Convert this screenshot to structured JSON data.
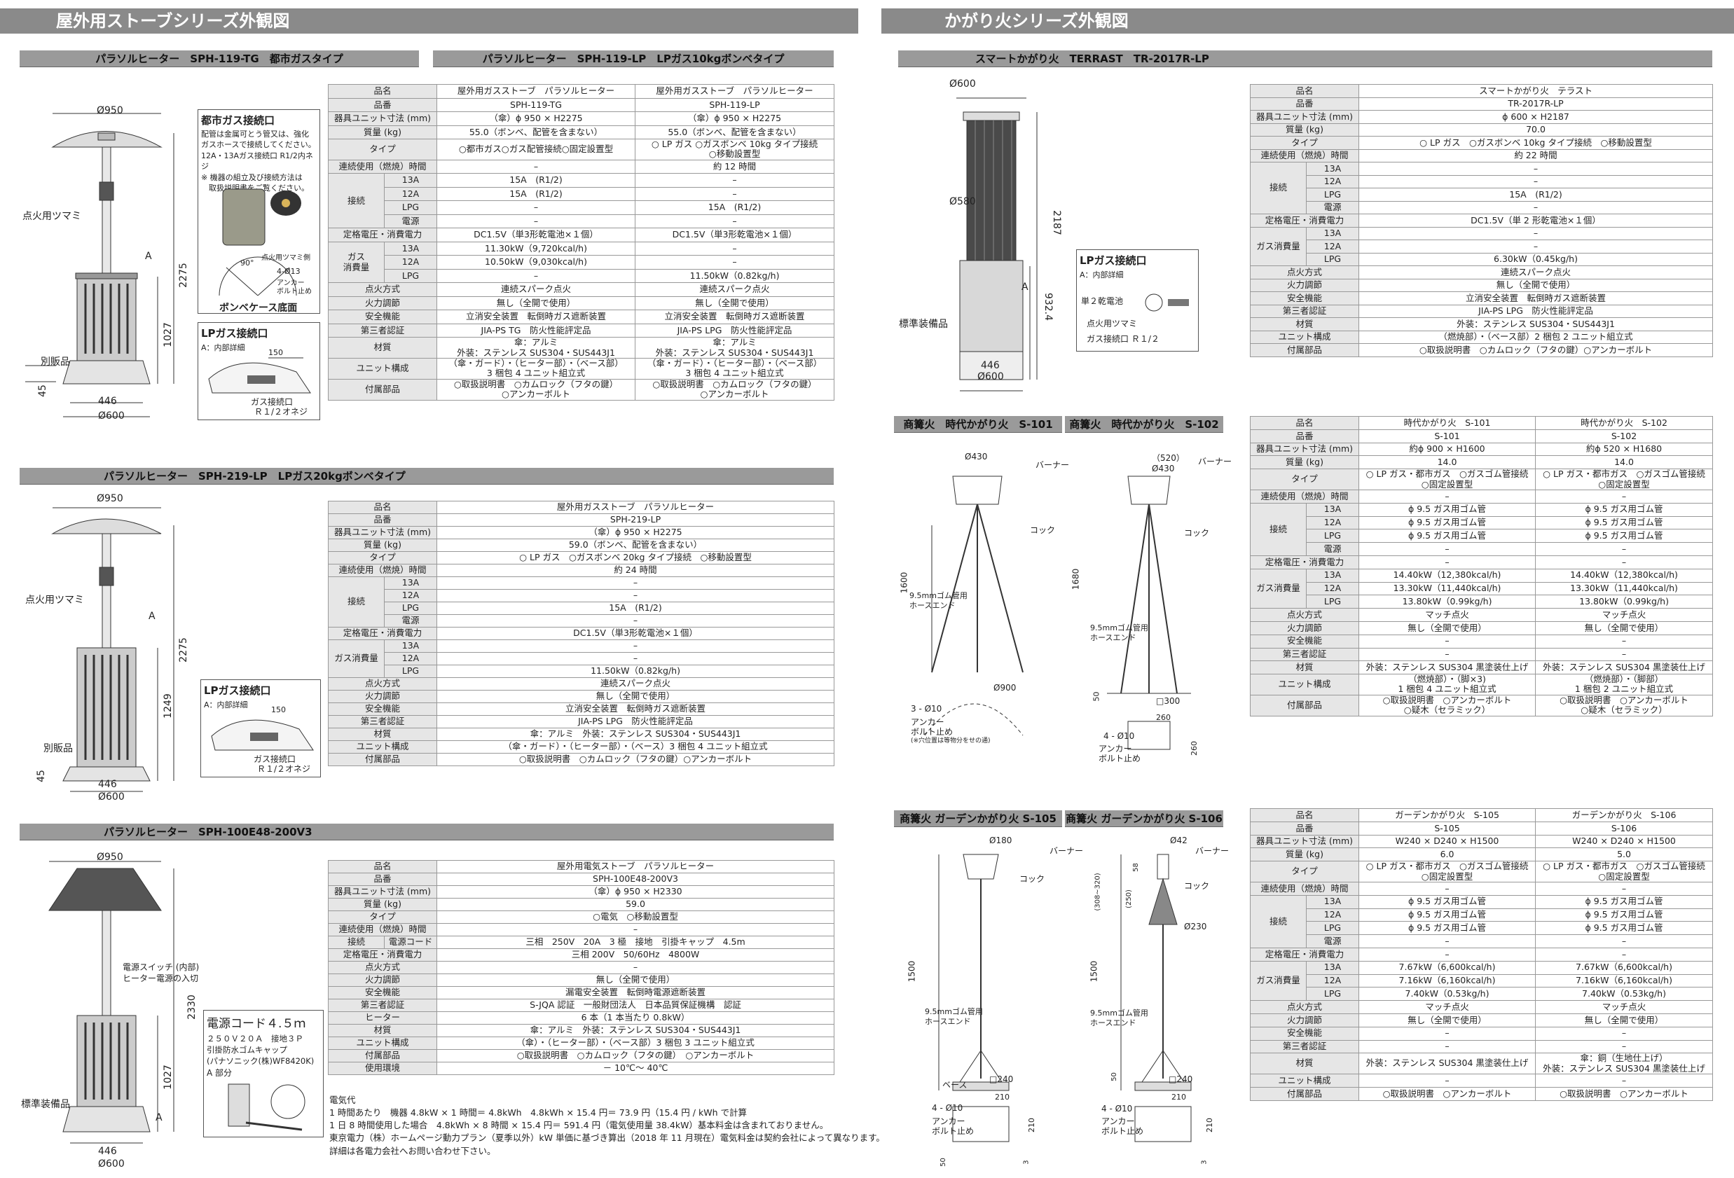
{
  "left_header": "屋外用ストーブシリーズ外観図",
  "right_header": "かがり火シリーズ外観図",
  "p1": {
    "title1": "パラソルヒーター　SPH-119-TG　都市ガスタイプ",
    "title2": "パラソルヒーター　SPH-119-LP　LPガス10kgボンベタイプ",
    "dims": {
      "d950": "Ø950",
      "h2275": "2275",
      "h1027": "1027",
      "h45": "45",
      "w446": "446",
      "d600": "Ø600",
      "a": "A"
    },
    "labels": {
      "knob": "点火用ツマミ",
      "sold": "別販品"
    },
    "gasbox": {
      "title": "都市ガス接続口",
      "text": [
        "配管は金属可とう管又は、強化",
        "ガスホースで接続してください。",
        "12A・13Aガス接続口 R1/2内ネジ",
        "※ 機器の組立及び接続方法は",
        "　取扱説明書をご覧ください。"
      ],
      "tsumami": "点火用ツマミ側",
      "d90": "90°",
      "d413": "4-Ø13",
      "anchor": "アンカー",
      "anchor2": "ボルト止め",
      "base": "ボンベケース底面"
    },
    "lpbox": {
      "title": "LPガス接続口",
      "a": "A：内部詳細",
      "d150": "150",
      "gas": "ガス接続口",
      "thread": "Ｒ１/２オネジ"
    }
  },
  "t1": {
    "rows": [
      [
        "品名",
        "屋外用ガスストーブ　パラソルヒーター",
        "屋外用ガスストーブ　パラソルヒーター"
      ],
      [
        "品番",
        "SPH-119-TG",
        "SPH-119-LP"
      ],
      [
        "器具ユニット寸法 (mm)",
        "（傘）ϕ 950 × H2275",
        "（傘）ϕ 950 × H2275"
      ],
      [
        "質量 (kg)",
        "55.0（ボンベ、配管を含まない）",
        "55.0（ボンベ、配管を含まない）"
      ],
      [
        "タイプ",
        "○都市ガス○ガス配管接続○固定設置型",
        "○ LP ガス ○ガスボンベ 10kg タイプ接続\n○移動設置型"
      ],
      [
        "連続使用（燃焼）時間",
        "–",
        "約 12 時間"
      ]
    ],
    "conn": {
      "label": "接続",
      "rows": [
        [
          "13A",
          "15A　(R1/2)",
          "–"
        ],
        [
          "12A",
          "15A　(R1/2)",
          "–"
        ],
        [
          "LPG",
          "–",
          "15A　(R1/2)"
        ],
        [
          "電源",
          "–",
          "–"
        ]
      ]
    },
    "volt": [
      "定格電圧・消費電力",
      "DC1.5V（単3形乾電池×１個）",
      "DC1.5V（単3形乾電池×１個）"
    ],
    "gas": {
      "label": "ガス\n消費量",
      "rows": [
        [
          "13A",
          "11.30kW（9,720kcal/h)",
          "–"
        ],
        [
          "12A",
          "10.50kW（9,030kcal/h)",
          "–"
        ],
        [
          "LPG",
          "–",
          "11.50kW（0.82kg/h)"
        ]
      ]
    },
    "rows2": [
      [
        "点火方式",
        "連続スパーク点火",
        "連続スパーク点火"
      ],
      [
        "火力調節",
        "無し（全開で使用）",
        "無し（全開で使用）"
      ],
      [
        "安全機能",
        "立消安全装置　転倒時ガス遮断装置",
        "立消安全装置　転倒時ガス遮断装置"
      ],
      [
        "第三者認証",
        "JIA-PS TG　防火性能評定品",
        "JIA-PS LPG　防火性能評定品"
      ],
      [
        "材質",
        "傘：アルミ\n外装：ステンレス SUS304・SUS443J1",
        "傘：アルミ\n外装：ステンレス SUS304・SUS443J1"
      ],
      [
        "ユニット構成",
        "（傘・ガード）・（ヒーター部）・（ベース部）\n3 梱包 4 ユニット組立式",
        "（傘・ガード）・（ヒーター部）・（ベース部）\n3 梱包 4 ユニット組立式"
      ],
      [
        "付属部品",
        "○取扱説明書　○カムロック（フタの鍵）\n○アンカーボルト",
        "○取扱説明書　○カムロック（フタの鍵）\n○アンカーボルト"
      ]
    ]
  },
  "p2": {
    "title": "パラソルヒーター　SPH-219-LP　LPガス20kgボンベタイプ",
    "dims": {
      "d950": "Ø950",
      "h2275": "2275",
      "h1249": "1249",
      "h45": "45",
      "w446": "446",
      "d600": "Ø600",
      "a": "A"
    },
    "labels": {
      "knob": "点火用ツマミ",
      "sold": "別販品"
    },
    "lpbox": {
      "title": "LPガス接続口",
      "a": "A：内部詳細",
      "d150": "150",
      "gas": "ガス接続口",
      "thread": "Ｒ１/２オネジ"
    }
  },
  "t2": {
    "rows": [
      [
        "品名",
        "屋外用ガスストーブ　パラソルヒーター"
      ],
      [
        "品番",
        "SPH-219-LP"
      ],
      [
        "器具ユニット寸法 (mm)",
        "（傘）ϕ 950 × H2275"
      ],
      [
        "質量 (kg)",
        "59.0（ボンベ、配管を含まない）"
      ],
      [
        "タイプ",
        "○ LP ガス　○ガスボンベ 20kg タイプ接続　○移動設置型"
      ],
      [
        "連続使用（燃焼）時間",
        "約 24 時間"
      ]
    ],
    "conn": {
      "label": "接続",
      "rows": [
        [
          "13A",
          "–"
        ],
        [
          "12A",
          "–"
        ],
        [
          "LPG",
          "15A　(R1/2)"
        ],
        [
          "電源",
          "–"
        ]
      ]
    },
    "volt": [
      "定格電圧・消費電力",
      "DC1.5V（単3形乾電池×１個）"
    ],
    "gas": {
      "label": "ガス消費量",
      "rows": [
        [
          "13A",
          "–"
        ],
        [
          "12A",
          "–"
        ],
        [
          "LPG",
          "11.50kW（0.82kg/h)"
        ]
      ]
    },
    "rows2": [
      [
        "点火方式",
        "連続スパーク点火"
      ],
      [
        "火力調節",
        "無し（全開で使用）"
      ],
      [
        "安全機能",
        "立消安全装置　転倒時ガス遮断装置"
      ],
      [
        "第三者認証",
        "JIA-PS LPG　防火性能評定品"
      ],
      [
        "材質",
        "傘：アルミ　外装：ステンレス SUS304・SUS443J1"
      ],
      [
        "ユニット構成",
        "（傘・ガード）・（ヒーター部）・（ベース）3 梱包 4 ユニット組立式"
      ],
      [
        "付属部品",
        "○取扱説明書　○カムロック（フタの鍵）○アンカーボルト"
      ]
    ]
  },
  "p3": {
    "title": "パラソルヒーター　SPH-100E48-200V3",
    "dims": {
      "d950": "Ø950",
      "h2330": "2330",
      "h1027": "1027",
      "w446": "446",
      "d600": "Ø600",
      "a": "A"
    },
    "labels": {
      "switch": "電源スイッチ (内部)",
      "switch2": "ヒーター電源の入切",
      "std": "標準装備品"
    },
    "cordbox": {
      "title": "電源コード４.５ｍ",
      "l1": "２５０Ｖ２０Ａ　接地３Ｐ",
      "l2": "引掛防水ゴムキャップ",
      "l3": "(パナソニック(株)WF8420K)",
      "l4": "A 部分"
    }
  },
  "t3": {
    "rows": [
      [
        "品名",
        "屋外用電気ストーブ　パラソルヒーター"
      ],
      [
        "品番",
        "SPH-100E48-200V3"
      ],
      [
        "器具ユニット寸法 (mm)",
        "（傘）ϕ 950 × H2330"
      ],
      [
        "質量 (kg)",
        "59.0"
      ],
      [
        "タイプ",
        "○電気　○移動設置型"
      ],
      [
        "連続使用（燃焼）時間",
        "–"
      ]
    ],
    "conn": [
      "接続",
      "電源コード",
      "三相　250V　20A　3 極　接地　引掛キャップ　4.5m"
    ],
    "rows2": [
      [
        "定格電圧・消費電力",
        "三相 200V　50/60Hz　4800W"
      ],
      [
        "点火方式",
        "–"
      ],
      [
        "火力調節",
        "無し（全開で使用）"
      ],
      [
        "安全機能",
        "漏電安全装置　転倒時電源遮断装置"
      ],
      [
        "第三者認証",
        "S-JQA 認証　一般財団法人　日本品質保証機構　認証"
      ],
      [
        "ヒーター",
        "6 本（1 本当たり 0.8kW）"
      ],
      [
        "材質",
        "傘：アルミ　外装：ステンレス SUS304・SUS443J1"
      ],
      [
        "ユニット構成",
        "（傘）・（ヒーター部）・（ベース部）3 梱包 3 ユニット組立式"
      ],
      [
        "付属部品",
        "○取扱説明書　○カムロック（フタの鍵）　○アンカーボルト"
      ],
      [
        "使用環境",
        "－ 10℃～ 40℃"
      ]
    ],
    "notes": [
      "電気代",
      "1 時間あたり　機器 4.8kW × 1 時間＝ 4.8kWh　4.8kWh × 15.4 円＝ 73.9 円（15.4 円 / kWh で計算",
      "1 日 8 時間使用した場合　4.8kWh × 8 時間 × 15.4 円＝ 591.4 円（電気使用量 38.4kW）基本料金は含まれておりません。",
      "東京電力（株）ホームページ動力プラン（夏季以外）kW 単価に基づき算出（2018 年 11 月現在）電気料金は契約会社によって異なります。",
      "詳細は各電力会社へお問い合わせ下さい。"
    ]
  },
  "r1": {
    "title": "スマートかがり火　TERRAST　TR-2017R-LP",
    "dims": {
      "d600": "Ø600",
      "d580": "Ø580",
      "h2187": "2187",
      "h932": "932.4",
      "w446": "446",
      "d600b": "Ø600",
      "a": "A"
    },
    "labels": {
      "std": "標準装備品"
    },
    "lpbox": {
      "title": "LPガス接続口",
      "a": "A：内部詳細",
      "battery": "単２乾電池",
      "knob": "点火用ツマミ",
      "gas": "ガス接続口 Ｒ１/２"
    }
  },
  "t4": {
    "rows": [
      [
        "品名",
        "スマートかがり火　テラスト"
      ],
      [
        "品番",
        "TR-2017R-LP"
      ],
      [
        "器具ユニット寸法 (mm)",
        "ϕ 600 × H2187"
      ],
      [
        "質量 (kg)",
        "70.0"
      ],
      [
        "タイプ",
        "○ LP ガス　○ガスボンベ 10kg タイプ接続　○移動設置型"
      ],
      [
        "連続使用（燃焼）時間",
        "約 22 時間"
      ]
    ],
    "conn": {
      "label": "接続",
      "rows": [
        [
          "13A",
          "–"
        ],
        [
          "12A",
          "–"
        ],
        [
          "LPG",
          "15A　(R1/2)"
        ],
        [
          "電源",
          "–"
        ]
      ]
    },
    "volt": [
      "定格電圧・消費電力",
      "DC1.5V（単 2 形乾電池×１個）"
    ],
    "gas": {
      "label": "ガス消費量",
      "rows": [
        [
          "13A",
          "–"
        ],
        [
          "12A",
          "–"
        ],
        [
          "LPG",
          "6.30kW（0.45kg/h)"
        ]
      ]
    },
    "rows2": [
      [
        "点火方式",
        "連続スパーク点火"
      ],
      [
        "火力調節",
        "無し（全開で使用）"
      ],
      [
        "安全機能",
        "立消安全装置　転倒時ガス遮断装置"
      ],
      [
        "第三者認証",
        "JIA-PS LPG　防火性能評定品"
      ],
      [
        "材質",
        "外装：ステンレス SUS304・SUS443J1"
      ],
      [
        "ユニット構成",
        "（燃焼部）・（ベース部）2 梱包 2 ユニット組立式"
      ],
      [
        "付属部品",
        "○取扱説明書　○カムロック（フタの鍵）○アンカーボルト"
      ]
    ]
  },
  "r2": {
    "title1": "商篝火　時代かがり火　S-101",
    "title2": "商篝火　時代かがり火　S-102",
    "d1": {
      "d430": "Ø430",
      "burner": "バーナー",
      "cock": "コック",
      "h1600": "1600",
      "hose": "9.5mmゴム管用",
      "hose2": "ホースエンド",
      "d900": "Ø900",
      "anchor": "3 - Ø10",
      "anchor2": "アンカー",
      "anchor3": "ボルト止め",
      "note": "(※穴位置は等物分をせの通)"
    },
    "d2": {
      "d520": "（520）",
      "d430": "Ø430",
      "burner": "バーナー",
      "cock": "コック",
      "h1680": "1680",
      "hose": "9.5mmゴム管用",
      "hose2": "ホースエンド",
      "h50": "50",
      "sq300": "□300",
      "anchor": "4 - Ø10",
      "anchor2": "アンカー",
      "anchor3": "ボルト止め",
      "w260": "260",
      "h260": "260"
    }
  },
  "t5": {
    "rows": [
      [
        "品名",
        "時代かがり火　S-101",
        "時代かがり火　S-102"
      ],
      [
        "品番",
        "S-101",
        "S-102"
      ],
      [
        "器具ユニット寸法 (mm)",
        "約ϕ 900 × H1600",
        "約ϕ 520 × H1680"
      ],
      [
        "質量 (kg)",
        "14.0",
        "14.0"
      ],
      [
        "タイプ",
        "○ LP ガス・都市ガス　○ガスゴム管接続\n○固定設置型",
        "○ LP ガス・都市ガス　○ガスゴム管接続\n○固定設置型"
      ],
      [
        "連続使用（燃焼）時間",
        "–",
        "–"
      ]
    ],
    "conn": {
      "label": "接続",
      "rows": [
        [
          "13A",
          "ϕ 9.5 ガス用ゴム管",
          "ϕ 9.5 ガス用ゴム管"
        ],
        [
          "12A",
          "ϕ 9.5 ガス用ゴム管",
          "ϕ 9.5 ガス用ゴム管"
        ],
        [
          "LPG",
          "ϕ 9.5 ガス用ゴム管",
          "ϕ 9.5 ガス用ゴム管"
        ],
        [
          "電源",
          "–",
          "–"
        ]
      ]
    },
    "volt": [
      "定格電圧・消費電力",
      "–",
      "–"
    ],
    "gas": {
      "label": "ガス消費量",
      "rows": [
        [
          "13A",
          "14.40kW（12,380kcal/h)",
          "14.40kW（12,380kcal/h)"
        ],
        [
          "12A",
          "13.30kW（11,440kcal/h)",
          "13.30kW（11,440kcal/h)"
        ],
        [
          "LPG",
          "13.80kW（0.99kg/h)",
          "13.80kW（0.99kg/h)"
        ]
      ]
    },
    "rows2": [
      [
        "点火方式",
        "マッチ点火",
        "マッチ点火"
      ],
      [
        "火力調節",
        "無し（全開で使用）",
        "無し（全開で使用）"
      ],
      [
        "安全機能",
        "–",
        "–"
      ],
      [
        "第三者認証",
        "–",
        "–"
      ],
      [
        "材質",
        "外装：ステンレス SUS304 黒塗装仕上げ",
        "外装：ステンレス SUS304 黒塗装仕上げ"
      ],
      [
        "ユニット構成",
        "（燃焼部）・（脚×3)\n1 梱包 4 ユニット組立式",
        "（燃焼部）・（脚部）\n1 梱包 2 ユニット組立式"
      ],
      [
        "付属部品",
        "○取扱説明書　○アンカーボルト\n○疑木（セラミック）",
        "○取扱説明書　○アンカーボルト\n○疑木（セラミック）"
      ]
    ]
  },
  "r3": {
    "title1": "商篝火 ガーデンかがり火 S-105",
    "title2": "商篝火 ガーデンかがり火 S-106",
    "d1": {
      "d180": "Ø180",
      "burner": "バーナー",
      "cock": "コック",
      "h1500": "1500",
      "hose": "9.5mmゴム管用",
      "hose2": "ホースエンド",
      "base": "ベース",
      "sq240": "□240",
      "anchor": "4 - Ø10",
      "anchor2": "アンカー",
      "anchor3": "ボルト止め",
      "w210": "210",
      "h210": "210",
      "h50": "50",
      "h3": "3"
    },
    "d2": {
      "d42": "Ø42",
      "burner": "バーナー",
      "cock": "コック",
      "h58": "58",
      "h308": "(308~320)",
      "h250": "(250)",
      "d230": "Ø230",
      "h1500": "1500",
      "hose": "9.5mmゴム管用",
      "hose2": "ホースエンド",
      "sq240": "□240",
      "h50": "50",
      "anchor": "4 - Ø10",
      "anchor2": "アンカー",
      "anchor3": "ボルト止め",
      "w210": "210",
      "h210": "210",
      "h3": "3"
    }
  },
  "t6": {
    "rows": [
      [
        "品名",
        "ガーデンかがり火　S-105",
        "ガーデンかがり火　S-106"
      ],
      [
        "品番",
        "S-105",
        "S-106"
      ],
      [
        "器具ユニット寸法 (mm)",
        "W240 × D240 × H1500",
        "W240 × D240 × H1500"
      ],
      [
        "質量 (kg)",
        "6.0",
        "5.0"
      ],
      [
        "タイプ",
        "○ LP ガス・都市ガス　○ガスゴム管接続\n○固定設置型",
        "○ LP ガス・都市ガス　○ガスゴム管接続\n○固定設置型"
      ],
      [
        "連続使用（燃焼）時間",
        "–",
        "–"
      ]
    ],
    "conn": {
      "label": "接続",
      "rows": [
        [
          "13A",
          "ϕ 9.5 ガス用ゴム管",
          "ϕ 9.5 ガス用ゴム管"
        ],
        [
          "12A",
          "ϕ 9.5 ガス用ゴム管",
          "ϕ 9.5 ガス用ゴム管"
        ],
        [
          "LPG",
          "ϕ 9.5 ガス用ゴム管",
          "ϕ 9.5 ガス用ゴム管"
        ],
        [
          "電源",
          "–",
          "–"
        ]
      ]
    },
    "volt": [
      "定格電圧・消費電力",
      "–",
      "–"
    ],
    "gas": {
      "label": "ガス消費量",
      "rows": [
        [
          "13A",
          "7.67kW（6,600kcal/h)",
          "7.67kW（6,600kcal/h)"
        ],
        [
          "12A",
          "7.16kW（6,160kcal/h)",
          "7.16kW（6,160kcal/h)"
        ],
        [
          "LPG",
          "7.40kW（0.53kg/h)",
          "7.40kW（0.53kg/h)"
        ]
      ]
    },
    "rows2": [
      [
        "点火方式",
        "マッチ点火",
        "マッチ点火"
      ],
      [
        "火力調節",
        "無し（全開で使用）",
        "無し（全開で使用）"
      ],
      [
        "安全機能",
        "–",
        "–"
      ],
      [
        "第三者認証",
        "–",
        "–"
      ],
      [
        "材質",
        "外装：ステンレス SUS304 黒塗装仕上げ",
        "傘：銅（生地仕上げ）\n外装：ステンレス SUS304 黒塗装仕上げ"
      ],
      [
        "ユニット構成",
        "–",
        "–"
      ],
      [
        "付属部品",
        "○取扱説明書　○アンカーボルト",
        "○取扱説明書　○アンカーボルト"
      ]
    ]
  }
}
